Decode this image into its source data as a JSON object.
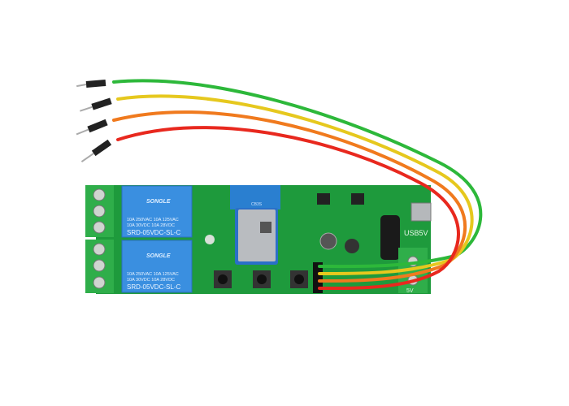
{
  "relays": [
    {
      "brand": "SONGLE",
      "rating_line1": "10A 250VAC  10A 125VAC",
      "rating_line2": "10A  30VDC  10A  28VDC",
      "model": "SRD-05VDC-SL-C"
    },
    {
      "brand": "SONGLE",
      "rating_line1": "10A 250VAC  10A 125VAC",
      "rating_line2": "10A  30VDC  10A  28VDC",
      "model": "SRD-05VDC-SL-C"
    }
  ],
  "module_label": "CB3S",
  "usb_label": "USB5V",
  "power_label": "5V",
  "colors": {
    "pcb": "#1e9a3c",
    "relay": "#3a8fe0",
    "terminal": "#2fae4a",
    "wire_green": "#2db83a",
    "wire_yellow": "#e6c81e",
    "wire_orange": "#f07a1e",
    "wire_red": "#e8281e"
  }
}
